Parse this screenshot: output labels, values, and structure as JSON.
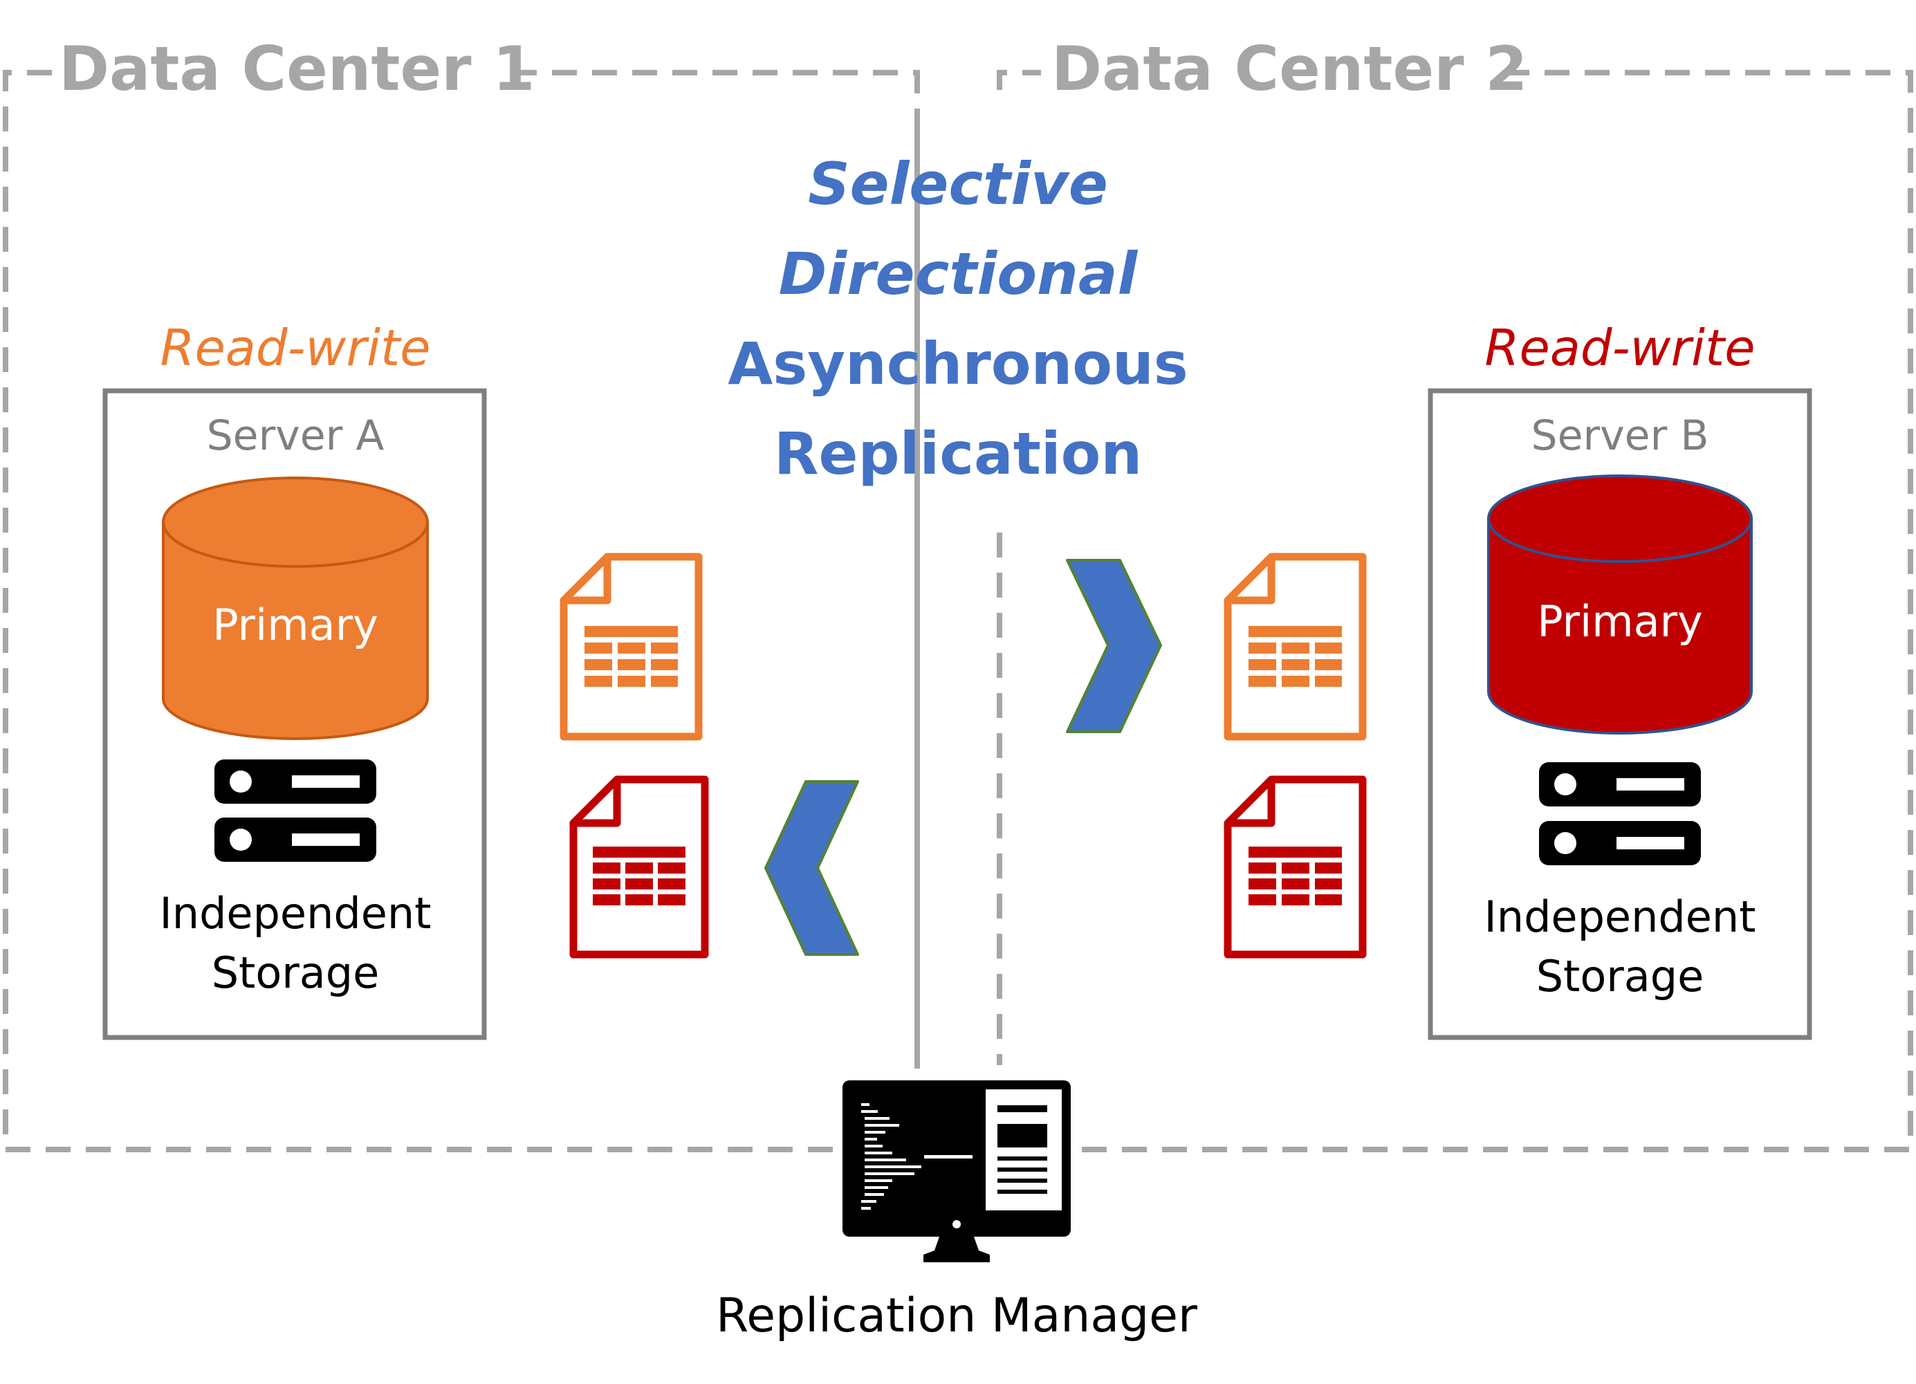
{
  "data_centers": [
    {
      "label": "Data Center 1"
    },
    {
      "label": "Data Center 2"
    }
  ],
  "replication": {
    "line1": "Selective",
    "line2": "Directional",
    "line3": "Asynchronous",
    "line4": "Replication"
  },
  "server_a": {
    "mode": "Read-write",
    "name": "Server A",
    "db_label": "Primary",
    "storage_line1": "Independent",
    "storage_line2": "Storage"
  },
  "server_b": {
    "mode": "Read-write",
    "name": "Server B",
    "db_label": "Primary",
    "storage_line1": "Independent",
    "storage_line2": "Storage"
  },
  "manager": {
    "label": "Replication Manager"
  },
  "colors": {
    "gray": "#a6a6a6",
    "dark_gray": "#7f7f7f",
    "orange": "#ed7d31",
    "red": "#c00000",
    "blue": "#4472c4",
    "black": "#000000"
  }
}
